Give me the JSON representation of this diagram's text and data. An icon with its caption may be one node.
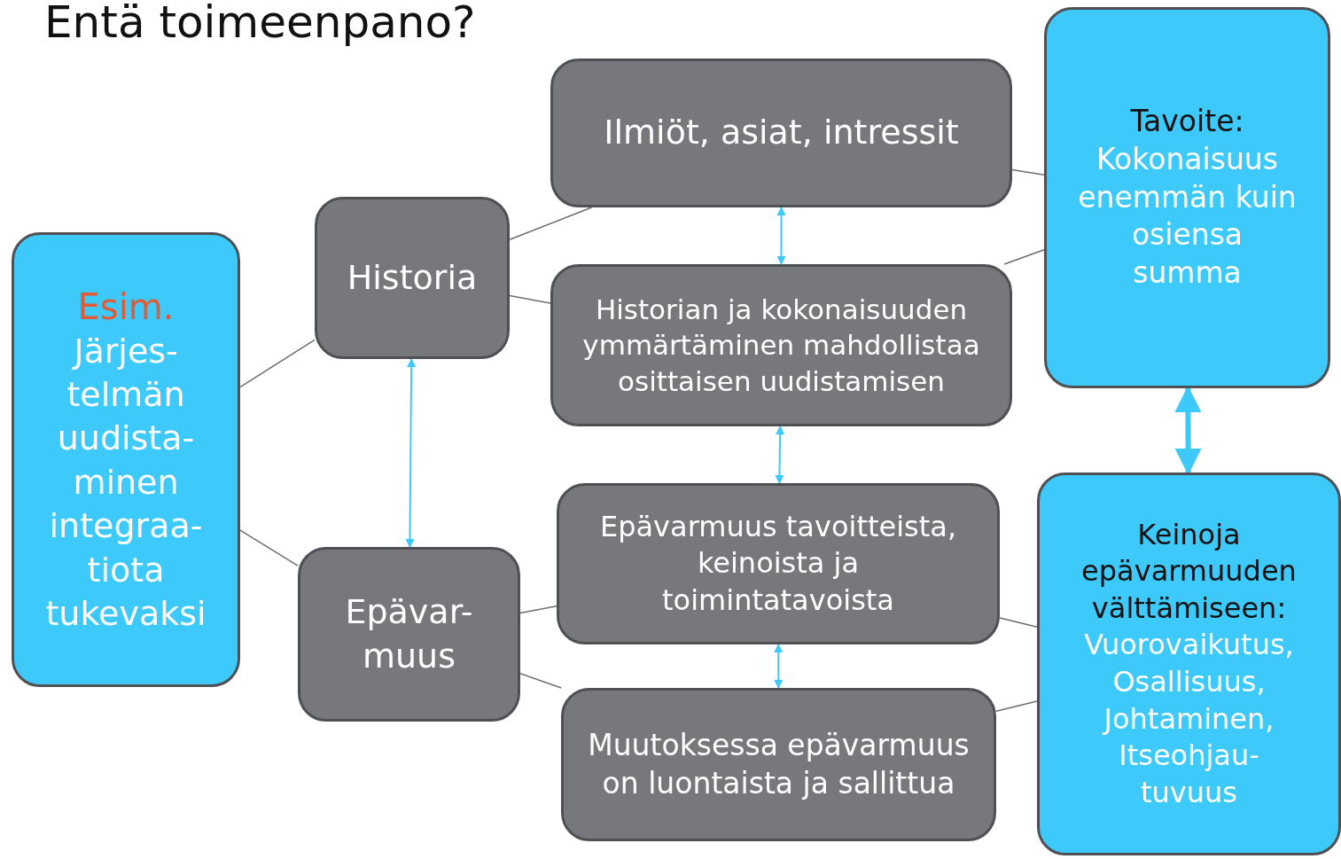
{
  "diagram": {
    "title": "Entä toimeenpano?",
    "nodes": [
      {
        "text": [
          "Esim.",
          "Järjes- telmän uudista- minen integraa- tiota tukevaksi"
        ]
      },
      {
        "text": [
          "Historia"
        ]
      },
      {
        "text": [
          "Epävar- muus"
        ]
      },
      {
        "text": [
          "Ilmiöt, asiat, intressit"
        ]
      },
      {
        "text": [
          "Historian ja kokonaisuuden ymmärtäminen mahdollistaa osittaisen uudistamisen"
        ]
      },
      {
        "text": [
          "Epävarmuus tavoitteista, keinoista ja toimintatavoista"
        ]
      },
      {
        "text": [
          "Muutoksessa epävarmuus on luontaista ja sallittua"
        ]
      },
      {
        "text": [
          "Tavoite:",
          "Kokonaisuus enemmän kuin osiensa summa"
        ]
      },
      {
        "text": [
          "Keinoja epävarmuuden välttämiseen:",
          "Vuorovaikutus, Osallisuus, Johtaminen, Itseohjau- tuvuus"
        ]
      }
    ],
    "edges": [
      {
        "from": 0,
        "to": 1,
        "arrow": "none"
      },
      {
        "from": 0,
        "to": 2,
        "arrow": "none"
      },
      {
        "from": 1,
        "to": 3,
        "arrow": "none"
      },
      {
        "from": 1,
        "to": 4,
        "arrow": "none"
      },
      {
        "from": 2,
        "to": 5,
        "arrow": "none"
      },
      {
        "from": 2,
        "to": 6,
        "arrow": "none"
      },
      {
        "from": 3,
        "to": 7,
        "arrow": "none"
      },
      {
        "from": 4,
        "to": 7,
        "arrow": "none"
      },
      {
        "from": 5,
        "to": 8,
        "arrow": "none"
      },
      {
        "from": 6,
        "to": 8,
        "arrow": "none"
      },
      {
        "from": 1,
        "to": 2,
        "arrow": "both",
        "color": "#3ec9fb"
      },
      {
        "from": 3,
        "to": 4,
        "arrow": "both",
        "color": "#3ec9fb"
      },
      {
        "from": 4,
        "to": 5,
        "arrow": "both",
        "color": "#3ec9fb"
      },
      {
        "from": 5,
        "to": 6,
        "arrow": "both",
        "color": "#3ec9fb"
      },
      {
        "from": 7,
        "to": 8,
        "arrow": "both",
        "color": "#3ec9fb",
        "style": "thick"
      }
    ]
  }
}
